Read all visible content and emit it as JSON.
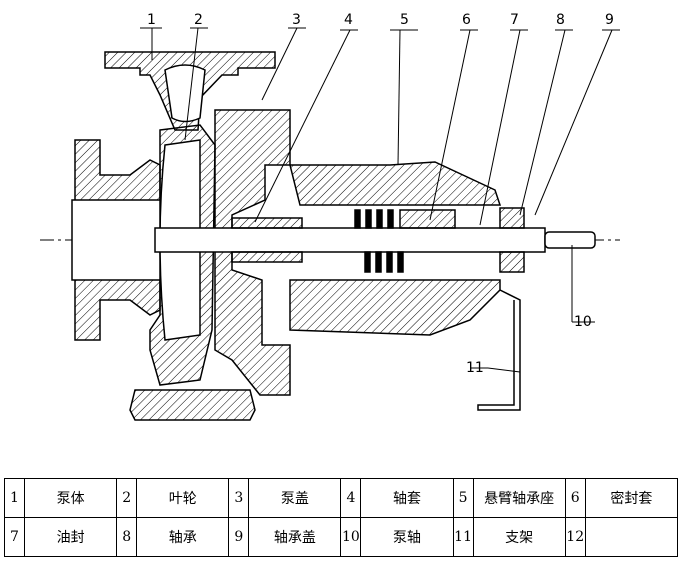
{
  "callouts": [
    "1",
    "2",
    "3",
    "4",
    "5",
    "6",
    "7",
    "8",
    "9",
    "10",
    "11"
  ],
  "parts": [
    {
      "no": "1",
      "name": "泵体"
    },
    {
      "no": "2",
      "name": "叶轮"
    },
    {
      "no": "3",
      "name": "泵盖"
    },
    {
      "no": "4",
      "name": "轴套"
    },
    {
      "no": "5",
      "name": "悬臂轴承座"
    },
    {
      "no": "6",
      "name": "密封套"
    },
    {
      "no": "7",
      "name": "油封"
    },
    {
      "no": "8",
      "name": "轴承"
    },
    {
      "no": "9",
      "name": "轴承盖"
    },
    {
      "no": "10",
      "name": "泵轴"
    },
    {
      "no": "11",
      "name": "支架"
    },
    {
      "no": "12",
      "name": ""
    }
  ]
}
